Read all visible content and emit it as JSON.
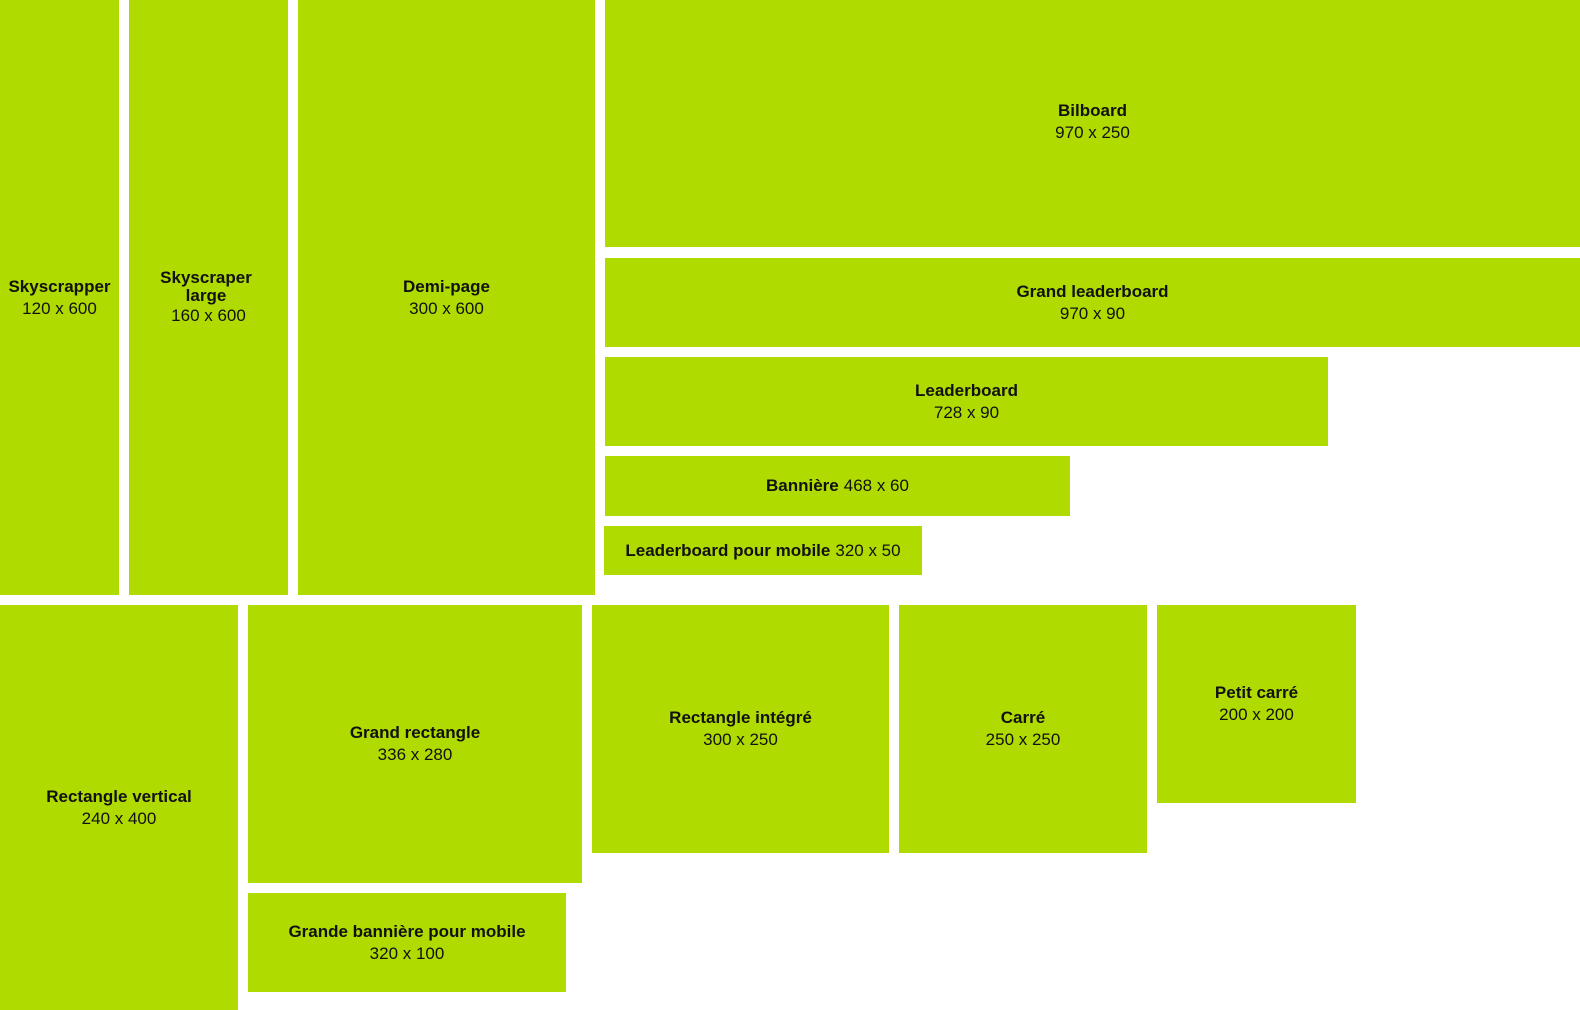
{
  "accent_color": "#b0db00",
  "ad_formats": {
    "skyscrapper": {
      "name": "Skyscrapper",
      "size": "120 x 600"
    },
    "skyscraper_large": {
      "name_line1": "Skyscraper",
      "name_line2": "large",
      "size": "160 x 600"
    },
    "demi_page": {
      "name": "Demi-page",
      "size": "300 x 600"
    },
    "bilboard": {
      "name": "Bilboard",
      "size": "970 x 250"
    },
    "grand_leaderboard": {
      "name": "Grand leaderboard",
      "size": "970 x 90"
    },
    "leaderboard": {
      "name": "Leaderboard",
      "size": "728 x 90"
    },
    "banniere": {
      "name": "Bannière",
      "size": "468 x 60"
    },
    "leaderboard_mobile": {
      "name": "Leaderboard pour mobile",
      "size": "320 x 50"
    },
    "rectangle_vertical": {
      "name": "Rectangle vertical",
      "size": "240 x 400"
    },
    "grand_rectangle": {
      "name": "Grand rectangle",
      "size": "336 x 280"
    },
    "rectangle_integre": {
      "name": "Rectangle intégré",
      "size": "300 x 250"
    },
    "carre": {
      "name": "Carré",
      "size": "250 x 250"
    },
    "petit_carre": {
      "name": "Petit carré",
      "size": "200 x 200"
    },
    "grande_banniere_mobile": {
      "name": "Grande bannière pour mobile",
      "size": "320 x 100"
    }
  }
}
